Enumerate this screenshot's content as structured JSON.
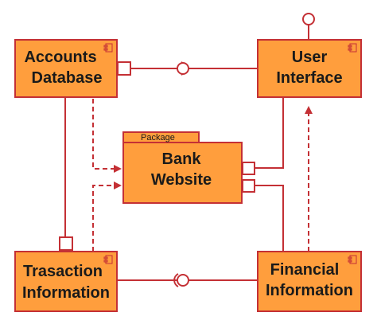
{
  "diagram": {
    "nodes": {
      "accounts_db": {
        "line1": "Accounts",
        "line2": "Database"
      },
      "user_interface": {
        "line1": "User",
        "line2": "Interface"
      },
      "bank_website": {
        "package_label": "Package",
        "line1": "Bank",
        "line2": "Website"
      },
      "transaction_info": {
        "line1": "Trasaction",
        "line2": "Information"
      },
      "financial_info": {
        "line1": "Financial",
        "line2": "Information"
      }
    },
    "colors": {
      "fill": "#FF9E3D",
      "stroke": "#C43035",
      "text": "#1a1a1a"
    }
  }
}
